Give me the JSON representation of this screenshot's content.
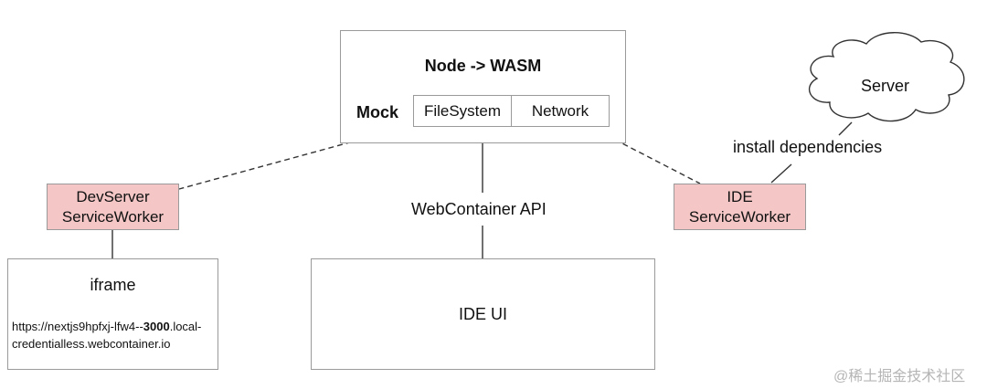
{
  "node_box": {
    "title": "Node -> WASM",
    "mock_label": "Mock",
    "filesystem": "FileSystem",
    "network": "Network"
  },
  "server": {
    "label": "Server"
  },
  "install_label": "install dependencies",
  "devserver": {
    "line1": "DevServer",
    "line2": "ServiceWorker"
  },
  "ide_sw": {
    "line1": "IDE",
    "line2": "ServiceWorker"
  },
  "api_label": "WebContainer API",
  "iframe": {
    "title": "iframe",
    "url_part1": "https://nextjs9hpfxj-lfw4--",
    "url_bold": "3000",
    "url_part2": ".local-",
    "url_line2": "credentialless.webcontainer.io"
  },
  "ide_ui": {
    "label": "IDE UI"
  },
  "watermark": "@稀土掘金技术社区"
}
